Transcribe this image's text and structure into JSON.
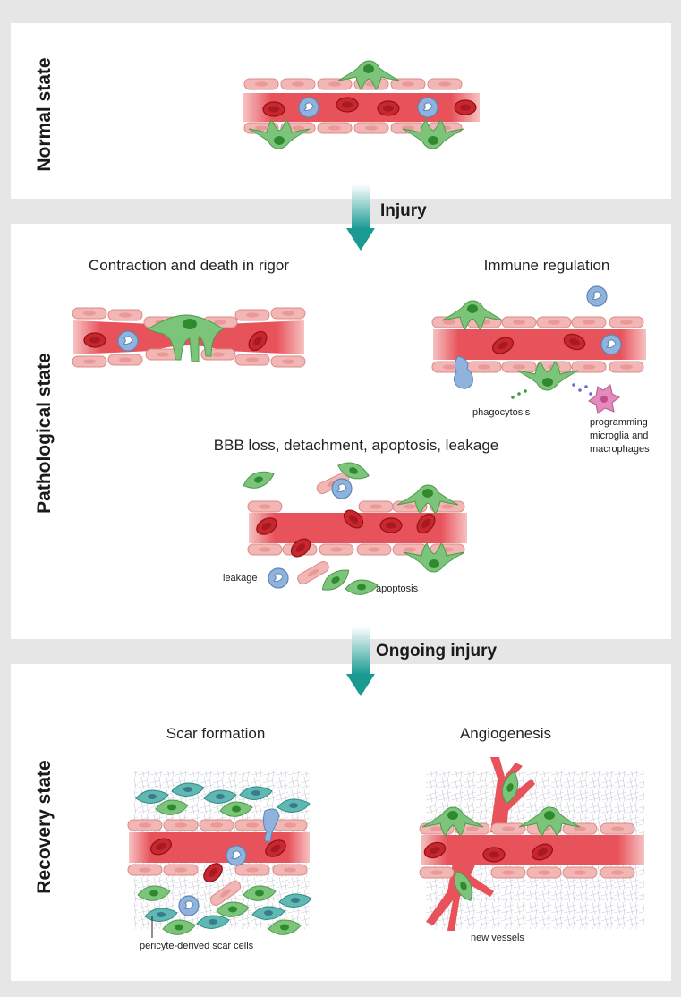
{
  "states": {
    "normal": "Normal state",
    "pathological": "Pathological state",
    "recovery": "Recovery state"
  },
  "transitions": {
    "first": "Injury",
    "second": "Ongoing injury"
  },
  "pathological": {
    "contraction": "Contraction and death in rigor",
    "immune": "Immune regulation",
    "bbb": "BBB loss, detachment, apoptosis, leakage",
    "phagocytosis": "phagocytosis",
    "programming": [
      "programming",
      "microglia and",
      "macrophages"
    ],
    "leakage": "leakage",
    "apoptosis": "apoptosis"
  },
  "recovery": {
    "scar": "Scar formation",
    "angio": "Angiogenesis",
    "scar_cells": "pericyte-derived  scar cells",
    "new_vessels": "new vessels"
  },
  "colors": {
    "arrow": "#1a9a93",
    "vessel": "#e8525a",
    "endothelial": "#f2b6b4",
    "pericyte": "#7cc47a",
    "immune_cell": "#8fb3dc",
    "scar_cell": "#5fb9b2"
  }
}
